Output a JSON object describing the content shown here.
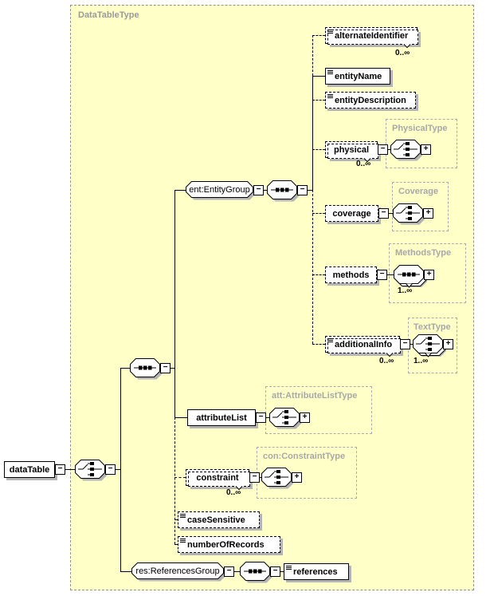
{
  "container": {
    "label": "DataTableType"
  },
  "expander": {
    "collapse": "−",
    "expand": "+"
  },
  "nodes": {
    "dataTable": {
      "label": "dataTable"
    },
    "entityGroup": {
      "label": "ent:EntityGroup"
    },
    "alternateIdentifier": {
      "label": "alternateIdentifier",
      "occurrence": "0..∞"
    },
    "entityName": {
      "label": "entityName"
    },
    "entityDescription": {
      "label": "entityDescription"
    },
    "physical": {
      "label": "physical",
      "occurrence": "0..∞",
      "type_label": "PhysicalType"
    },
    "coverage": {
      "label": "coverage",
      "type_label": "Coverage"
    },
    "methods": {
      "label": "methods",
      "type_label": "MethodsType",
      "content_occurrence": "1..∞"
    },
    "additionalInfo": {
      "label": "additionalInfo",
      "occurrence": "0..∞",
      "type_label": "TextType",
      "content_occurrence": "1..∞"
    },
    "attributeList": {
      "label": "attributeList",
      "type_label": "att:AttributeListType"
    },
    "constraint": {
      "label": "constraint",
      "occurrence": "0..∞",
      "type_label": "con:ConstraintType"
    },
    "caseSensitive": {
      "label": "caseSensitive"
    },
    "numberOfRecords": {
      "label": "numberOfRecords"
    },
    "referencesGroup": {
      "label": "res:ReferencesGroup"
    },
    "references": {
      "label": "references"
    }
  }
}
